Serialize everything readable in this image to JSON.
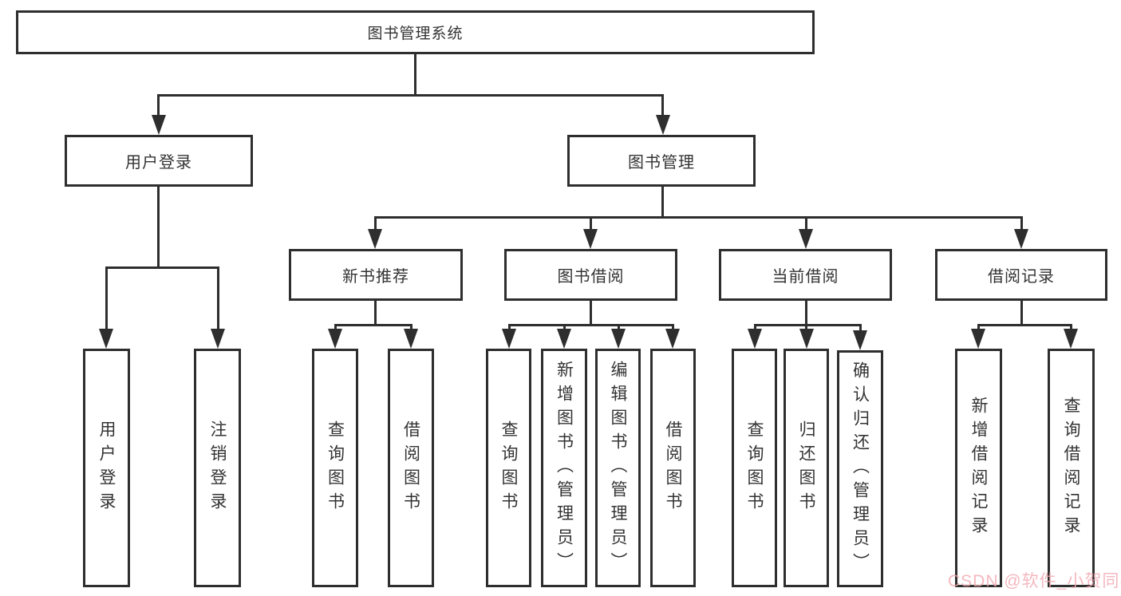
{
  "colors": {
    "line": "#2e2e2e",
    "text": "#333333",
    "watermark": "#f2a8b0",
    "background": "#ffffff"
  },
  "tree": {
    "root": {
      "label": "图书管理系统"
    },
    "children": [
      {
        "label": "用户登录",
        "children": [
          {
            "label": "用户登录"
          },
          {
            "label": "注销登录"
          }
        ]
      },
      {
        "label": "图书管理",
        "children": [
          {
            "label": "新书推荐",
            "children": [
              {
                "label": "查询图书"
              },
              {
                "label": "借阅图书"
              }
            ]
          },
          {
            "label": "图书借阅",
            "children": [
              {
                "label": "查询图书"
              },
              {
                "label": "新增图书（管理员）"
              },
              {
                "label": "编辑图书（管理员）"
              },
              {
                "label": "借阅图书"
              }
            ]
          },
          {
            "label": "当前借阅",
            "children": [
              {
                "label": "查询图书"
              },
              {
                "label": "归还图书"
              },
              {
                "label": "确认归还（管理员）"
              }
            ]
          },
          {
            "label": "借阅记录",
            "children": [
              {
                "label": "新增借阅记录"
              },
              {
                "label": "查询借阅记录"
              }
            ]
          }
        ]
      }
    ]
  },
  "watermark": {
    "text": "CSDN @软件_小贺同学"
  }
}
